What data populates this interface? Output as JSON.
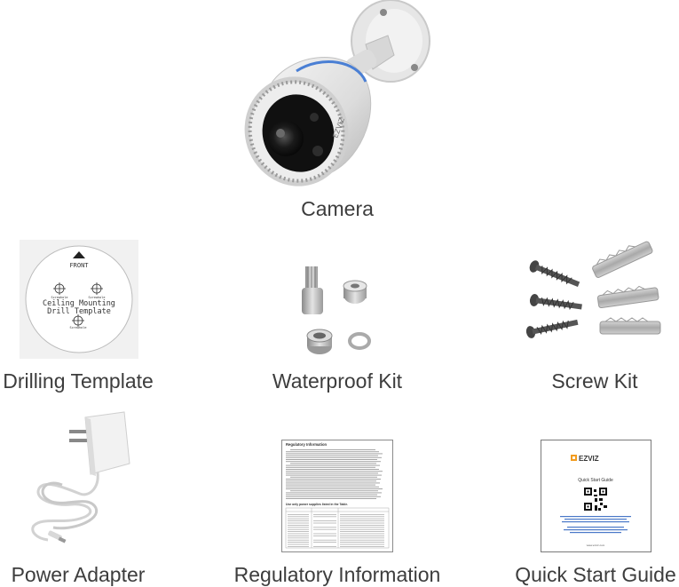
{
  "items": [
    {
      "label": "Camera"
    },
    {
      "label": "Drilling Template"
    },
    {
      "label": "Waterproof Kit"
    },
    {
      "label": "Screw Kit"
    },
    {
      "label": "Power Adapter"
    },
    {
      "label": "Regulatory Information"
    },
    {
      "label": "Quick Start Guide"
    }
  ],
  "camera": {
    "brand": "EZVIZ"
  },
  "template": {
    "front": "FRONT",
    "title_line1": "Ceiling Mounting",
    "title_line2": "Drill Template",
    "hole_label": "Screwhole"
  },
  "regulatory": {
    "heading": "Regulatory Information",
    "table_heading": "Use only power supplies listed in the Table."
  },
  "quick_start": {
    "brand": "EZVIZ",
    "title": "Quick Start Guide",
    "url": "www.ezviz.com"
  }
}
